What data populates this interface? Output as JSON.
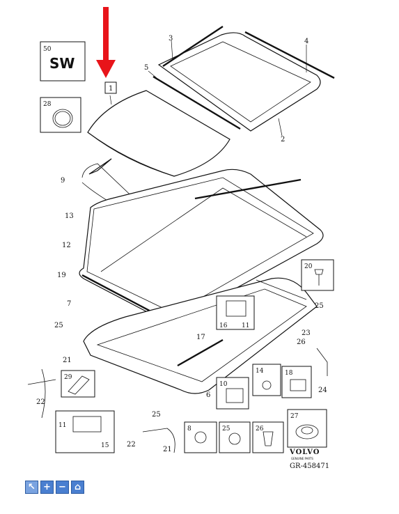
{
  "badges": {
    "sw_number": "50",
    "sw_text": "SW",
    "main_part": "1"
  },
  "callouts": [
    "2",
    "3",
    "4",
    "5",
    "7",
    "9",
    "12",
    "13",
    "17",
    "19",
    "21",
    "21",
    "22",
    "22",
    "23",
    "24",
    "25",
    "25",
    "26",
    "6"
  ],
  "boxes": [
    {
      "num": "28"
    },
    {
      "num": "20"
    },
    {
      "num": "16",
      "extra": "11"
    },
    {
      "num": "14"
    },
    {
      "num": "18"
    },
    {
      "num": "29"
    },
    {
      "num": "10"
    },
    {
      "num": "11",
      "extra": "15"
    },
    {
      "num": "8"
    },
    {
      "num": "25"
    },
    {
      "num": "26"
    },
    {
      "num": "27"
    }
  ],
  "brand": {
    "name": "VOLVO",
    "tagline": "GENUINE PARTS",
    "reference": "GR-458471"
  },
  "toolbar": [
    {
      "name": "select-tool-button",
      "icon": "cursor-icon"
    },
    {
      "name": "zoom-in-button",
      "icon": "plus-icon"
    },
    {
      "name": "zoom-out-button",
      "icon": "minus-icon"
    },
    {
      "name": "home-button",
      "icon": "home-icon"
    }
  ],
  "colors": {
    "arrow": "#e8141a",
    "toolbar": "#4a7fd0"
  }
}
